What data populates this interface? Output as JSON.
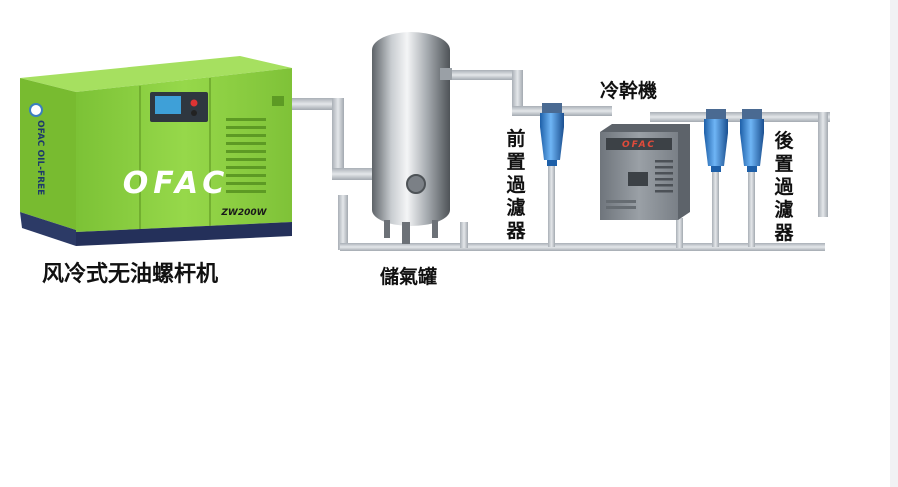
{
  "compressor": {
    "brand": "OFAC",
    "side_text": "OFAC OIL-FREE",
    "model": "ZW200W",
    "caption": "风冷式无油螺杆机"
  },
  "tank": {
    "caption": "儲氣罐"
  },
  "dryer": {
    "caption": "冷幹機",
    "brand": "OFAC"
  },
  "pre_filter": {
    "caption": "前置過濾器"
  },
  "post_filter": {
    "caption": "後置過濾器"
  },
  "colors": {
    "compressor_green": "#8ed23e",
    "compressor_base": "#2c3a66",
    "pipe": "#c7ccd2",
    "filter_blue": "#3f8fe0",
    "dryer_gray": "#8e949b"
  },
  "icons": [
    "tank-icon",
    "filter-icon",
    "dryer-icon",
    "compressor-icon"
  ]
}
